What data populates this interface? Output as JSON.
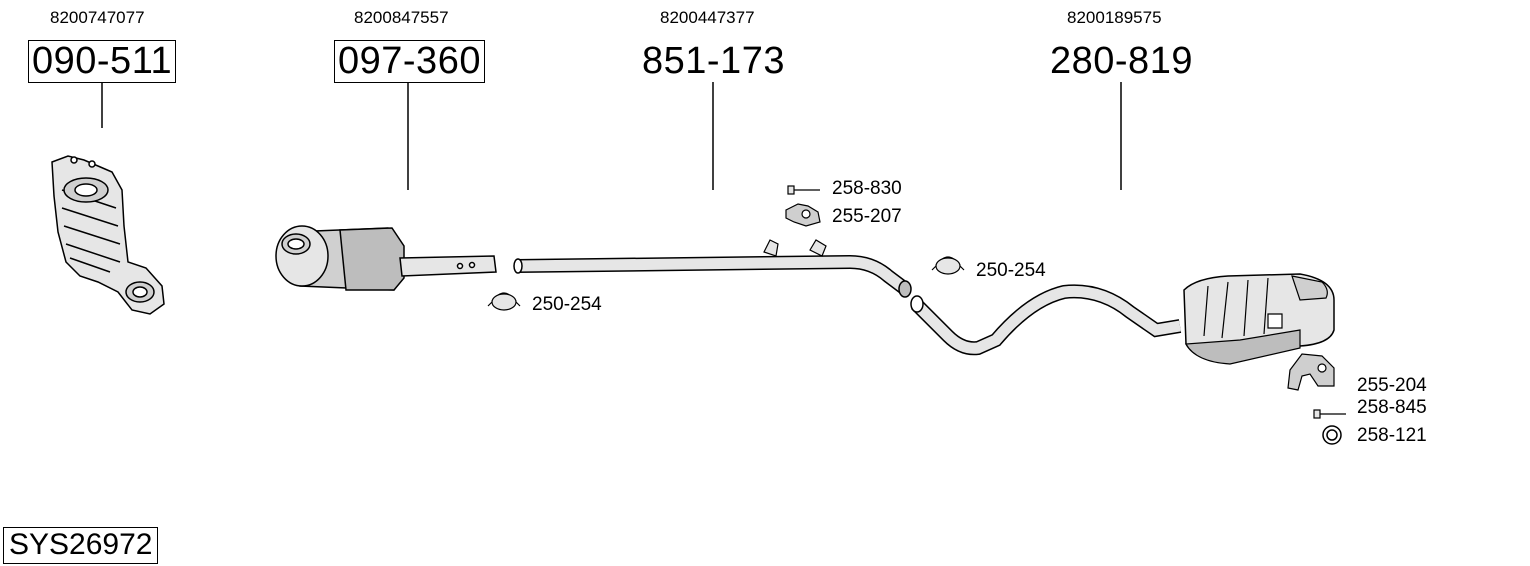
{
  "system_code": "SYS26972",
  "parts": [
    {
      "number": "090-511",
      "oem_ref": "8200747077",
      "boxed": true
    },
    {
      "number": "097-360",
      "oem_ref": "8200847557",
      "boxed": true
    },
    {
      "number": "851-173",
      "oem_ref": "8200447377",
      "boxed": false
    },
    {
      "number": "280-819",
      "oem_ref": "8200189575",
      "boxed": false
    }
  ],
  "accessories": [
    {
      "number": "258-830",
      "icon": "bolt-icon"
    },
    {
      "number": "255-207",
      "icon": "rubber-mount-icon"
    },
    {
      "number": "250-254",
      "icon": "clamp-icon"
    },
    {
      "number": "250-254",
      "icon": "clamp-icon"
    },
    {
      "number": "255-204",
      "icon": "bracket-icon"
    },
    {
      "number": "258-845",
      "icon": "bolt-icon"
    },
    {
      "number": "258-121",
      "icon": "ring-icon"
    }
  ],
  "colors": {
    "line": "#000000",
    "part_fill": "#e6e6e6",
    "part_shade": "#bdbdbd"
  }
}
